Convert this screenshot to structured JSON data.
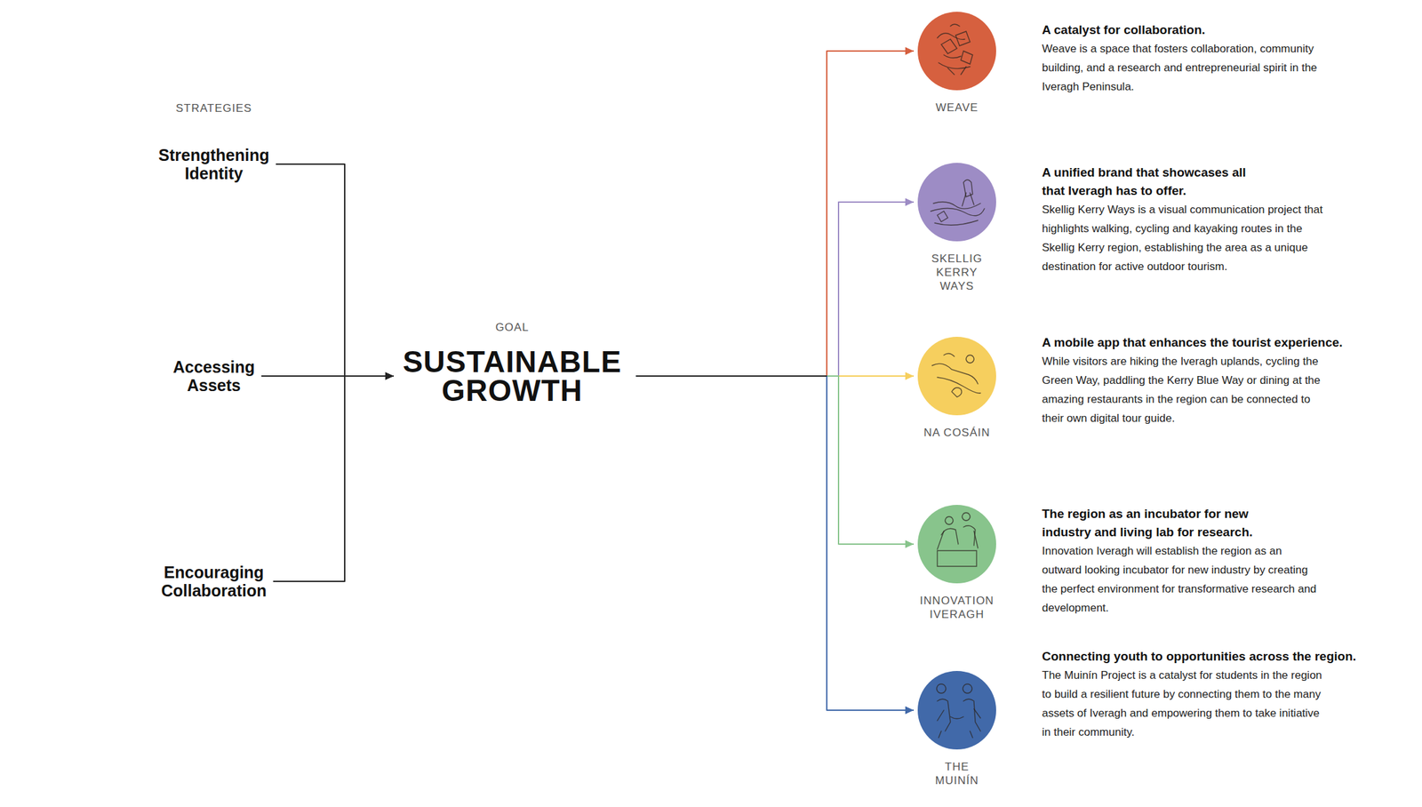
{
  "diagram": {
    "nodes": [
      {
        "text": [
          "Strengthening Identity"
        ]
      },
      {
        "text": [
          "Accessing Assets"
        ]
      },
      {
        "text": [
          "Encouraging Collaboration"
        ]
      },
      {
        "text": [
          "GOAL",
          "SUSTAINABLE GROWTH"
        ]
      },
      {
        "text": [
          "WEAVE"
        ]
      },
      {
        "text": [
          "SKELLIG KERRY WAYS"
        ]
      },
      {
        "text": [
          "NA COSÁIN"
        ]
      },
      {
        "text": [
          "INNOVATION IVERAGH"
        ]
      },
      {
        "text": [
          "THE MUINÍN"
        ]
      }
    ],
    "edges": [
      {
        "from": 0,
        "to": 3,
        "arrow": "to"
      },
      {
        "from": 1,
        "to": 3,
        "arrow": "to"
      },
      {
        "from": 2,
        "to": 3,
        "arrow": "to"
      },
      {
        "from": 3,
        "to": 4,
        "arrow": "to"
      },
      {
        "from": 3,
        "to": 5,
        "arrow": "to"
      },
      {
        "from": 3,
        "to": 6,
        "arrow": "to"
      },
      {
        "from": 3,
        "to": 7,
        "arrow": "to"
      },
      {
        "from": 3,
        "to": 8,
        "arrow": "to"
      }
    ],
    "labels": [
      "STRATEGIES",
      "A catalyst for collaboration.",
      "Weave is a space that fosters collaboration, community building, and a research and entrepreneurial spirit in the Iveragh Peninsula.",
      "A unified brand that showcases all that Iveragh has to offer.",
      "Skellig Kerry Ways is a visual communication project that highlights walking, cycling and kayaking routes in the Skellig Kerry region, establishing the area as a unique destination for active outdoor tourism.",
      "A mobile app that enhances the tourist experience.",
      "While visitors are hiking the Iveragh uplands, cycling the Green Way, paddling the Kerry Blue Way or dining at the amazing restaurants in the region can be connected to their own digital tour guide.",
      "The region as an incubator for new industry and living lab for research.",
      "Innovation Iveragh will establish the region as an outward looking incubator for new industry by creating the perfect environment for transformative research and development.",
      "Connecting youth to opportunities across the region.",
      "The Muinín Project is a catalyst for students in the region to build a resilient future by connecting them to the many assets of Iveragh and empowering them to take initiative in their community."
    ]
  }
}
